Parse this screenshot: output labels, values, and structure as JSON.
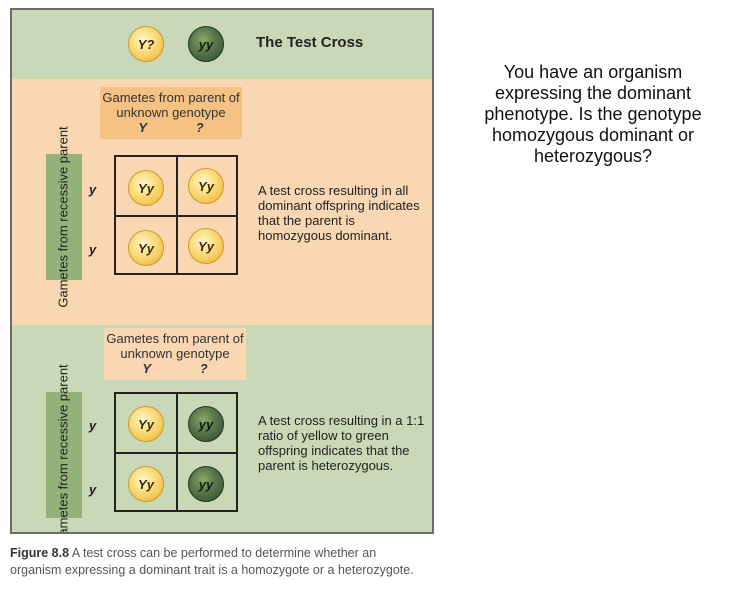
{
  "header": {
    "parent_unknown": "Y?",
    "parent_recessive": "yy",
    "title": "The Test Cross"
  },
  "panel_homozygous": {
    "gametes_label": "Gametes from parent of unknown genotype",
    "gamete_1": "Y",
    "gamete_2": "?",
    "side_label": "Gametes from recessive parent",
    "row_1": "y",
    "row_2": "y",
    "cells": [
      "Yy",
      "Yy",
      "Yy",
      "Yy"
    ],
    "description": "A test cross resulting in all dominant offspring indicates that the parent is homozygous dominant."
  },
  "panel_heterozygous": {
    "gametes_label": "Gametes from parent of unknown genotype",
    "gamete_1": "Y",
    "gamete_2": "?",
    "side_label": "Gametes from recessive parent",
    "row_1": "y",
    "row_2": "y",
    "cells": [
      "Yy",
      "yy",
      "Yy",
      "yy"
    ],
    "description": "A test cross resulting in a 1:1 ratio of yellow to green offspring indicates that the parent is heterozygous."
  },
  "caption": {
    "figure_label": "Figure 8.8",
    "text": "A test cross can be performed to determine whether an organism expressing a dominant trait is a homozygote or a heterozygote."
  },
  "question": {
    "text": "You have an organism expressing the dominant phenotype. Is the genotype homozygous dominant or heterozygous?"
  },
  "colors": {
    "green_band": "#c9d8b6",
    "peach_band": "#f9d7b3",
    "yellow_pea": "#f3c24a",
    "green_pea": "#58744a"
  }
}
